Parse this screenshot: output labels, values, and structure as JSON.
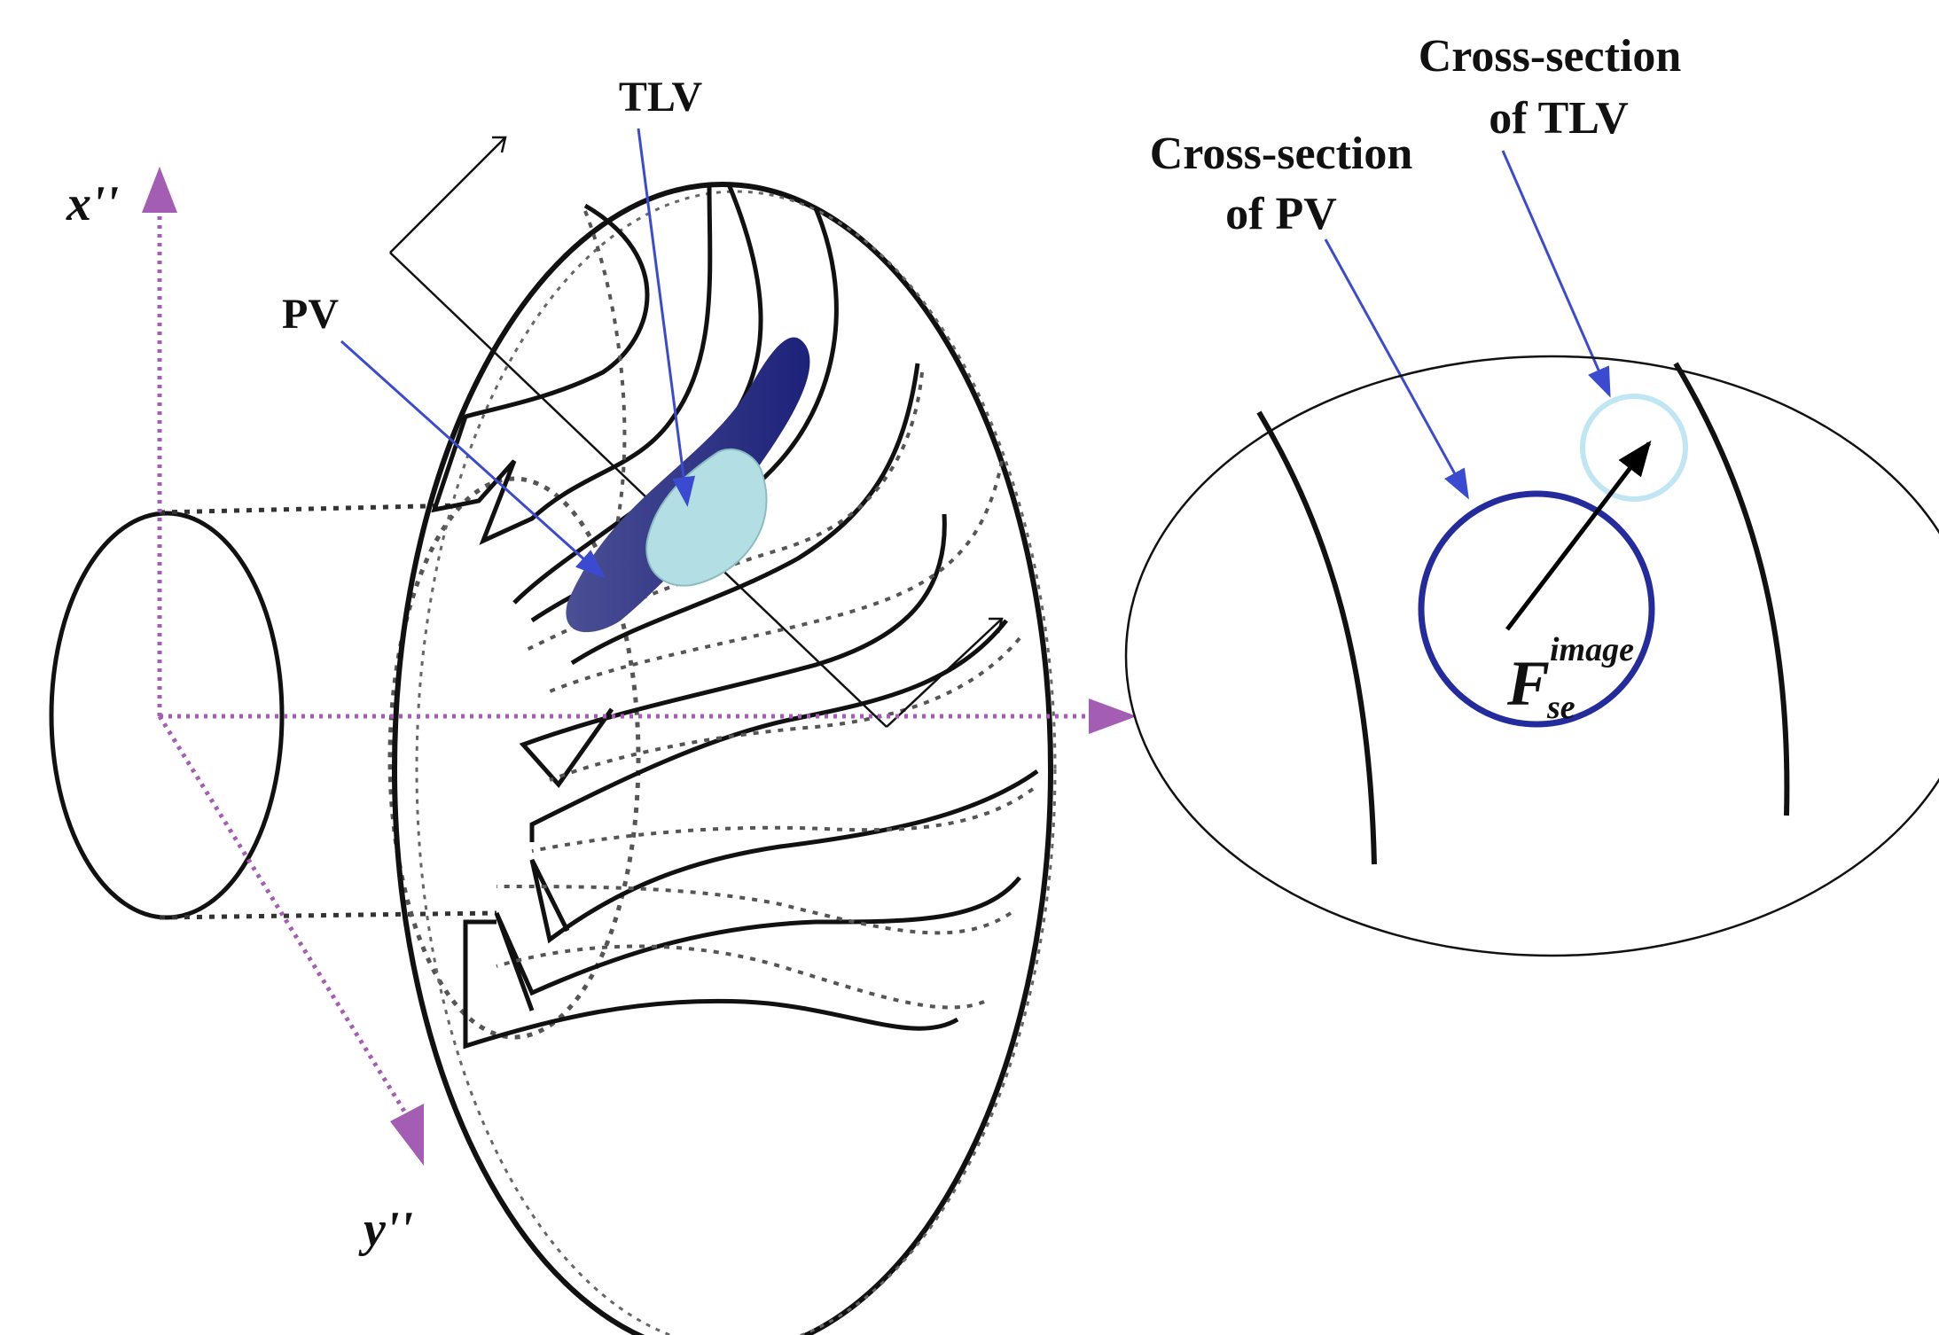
{
  "labels": {
    "tlv": "TLV",
    "pv": "PV",
    "cross_section_pv_line1": "Cross-section",
    "cross_section_pv_line2": "of PV",
    "cross_section_tlv_line1": "Cross-section",
    "cross_section_tlv_line2": "of TLV"
  },
  "axes": {
    "x_label": "x''",
    "y_label": "y''"
  },
  "symbol": {
    "base": "F",
    "subscript": "se",
    "superscript": "image"
  },
  "colors": {
    "axis": "#a35db3",
    "pointer": "#3b4bd1",
    "pv_vortex": "#2a2f86",
    "tlv_vortex": "#b3dfe4",
    "pv_section": "#242b9c",
    "tlv_section": "#bfe6f2",
    "line": "#111111",
    "dotted": "#555555"
  }
}
